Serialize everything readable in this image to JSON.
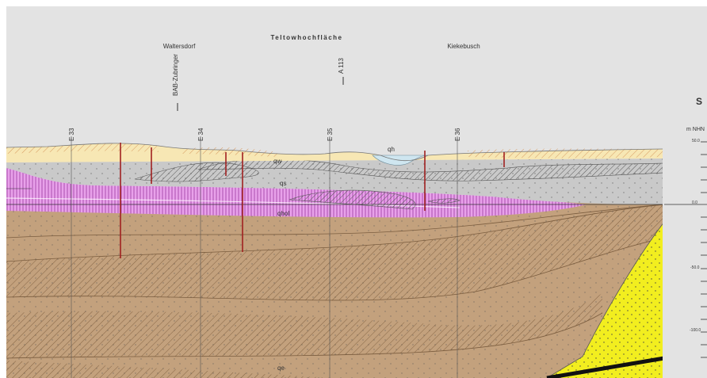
{
  "header": {
    "title": "Teltowhochfläche",
    "places": [
      "Waltersdorf",
      "Kiekebusch"
    ],
    "roads": [
      "BAB-Zubringer",
      "A 113"
    ]
  },
  "profile_points": [
    "E 33",
    "E 34",
    "E 35",
    "E 36"
  ],
  "units": {
    "qw": "qw",
    "qh": "qh",
    "qs": "qs",
    "qhol": "qhol",
    "qe": "qe"
  },
  "scale": {
    "cut_letter": "S",
    "unit_label": "m NHN",
    "ticks": [
      "50.0",
      "0.0",
      "-50.0",
      "-100.0"
    ]
  },
  "colors": {
    "sand_light": "#f7e7b4",
    "gray_sand": "#c9c9c9",
    "qhol_pink": "#e8a1ea",
    "till_brown": "#c3a17d",
    "tertiary_yellow": "#f2ee1f",
    "drill_line": "#a02020",
    "backdrop": "#e3e3e3"
  }
}
